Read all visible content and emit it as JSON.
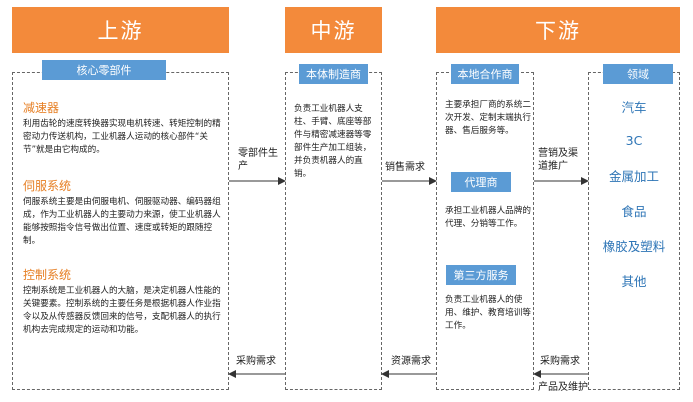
{
  "header": {
    "upstream": "上游",
    "midstream": "中游",
    "downstream": "下游"
  },
  "upstream": {
    "tag": "核心零部件",
    "sections": [
      {
        "title": "减速器",
        "text": "利用齿轮的速度转换器实现电机转速、转矩控制的精密动力传送机构，工业机器人运动的核心部件“关节”就是由它构成的。"
      },
      {
        "title": "伺服系统",
        "text": "伺服系统主要是由伺服电机、伺服驱动器、编码器组成，作为工业机器人的主要动力来源，使工业机器人能够按照指令信号做出位置、速度或转矩的跟随控制。"
      },
      {
        "title": "控制系统",
        "text": "控制系统是工业机器人的大脑，是决定机器人性能的关键要素。控制系统的主要任务是根据机器人作业指令以及从传感器反馈回来的信号，支配机器人的执行机构去完成规定的运动和功能。"
      }
    ]
  },
  "midstream": {
    "tag": "本体制造商",
    "text": "负责工业机器人支柱、手臂、底座等部件与精密减速器等零部件生产加工组装，并负责机器人的直销。"
  },
  "downstream": {
    "partners": [
      {
        "tag": "本地合作商",
        "text": "主要承担厂商的系统二次开发、定制末端执行器、售后服务等。"
      },
      {
        "tag": "代理商",
        "text": "承担工业机器人品牌的代理、分销等工作。"
      },
      {
        "tag": "第三方服务",
        "text": "负责工业机器人的使用、维护、教育培训等工作。"
      }
    ],
    "domains_tag": "领域",
    "domains": [
      "汽车",
      "3C",
      "金属加工",
      "食品",
      "橡胶及塑料",
      "其他"
    ]
  },
  "arrows": {
    "parts_production": "零部件生产",
    "sales_demand": "销售需求",
    "marketing_channels": "营销及渠道推广",
    "purchase_demand_left": "采购需求",
    "resource_demand": "资源需求",
    "purchase_demand_right": "采购需求",
    "products_maintenance": "产品及维护"
  },
  "colors": {
    "header": "#f38a3b",
    "tag": "#5b9bd5",
    "section_title": "#e67e22",
    "domain_text": "#2e75b6"
  }
}
